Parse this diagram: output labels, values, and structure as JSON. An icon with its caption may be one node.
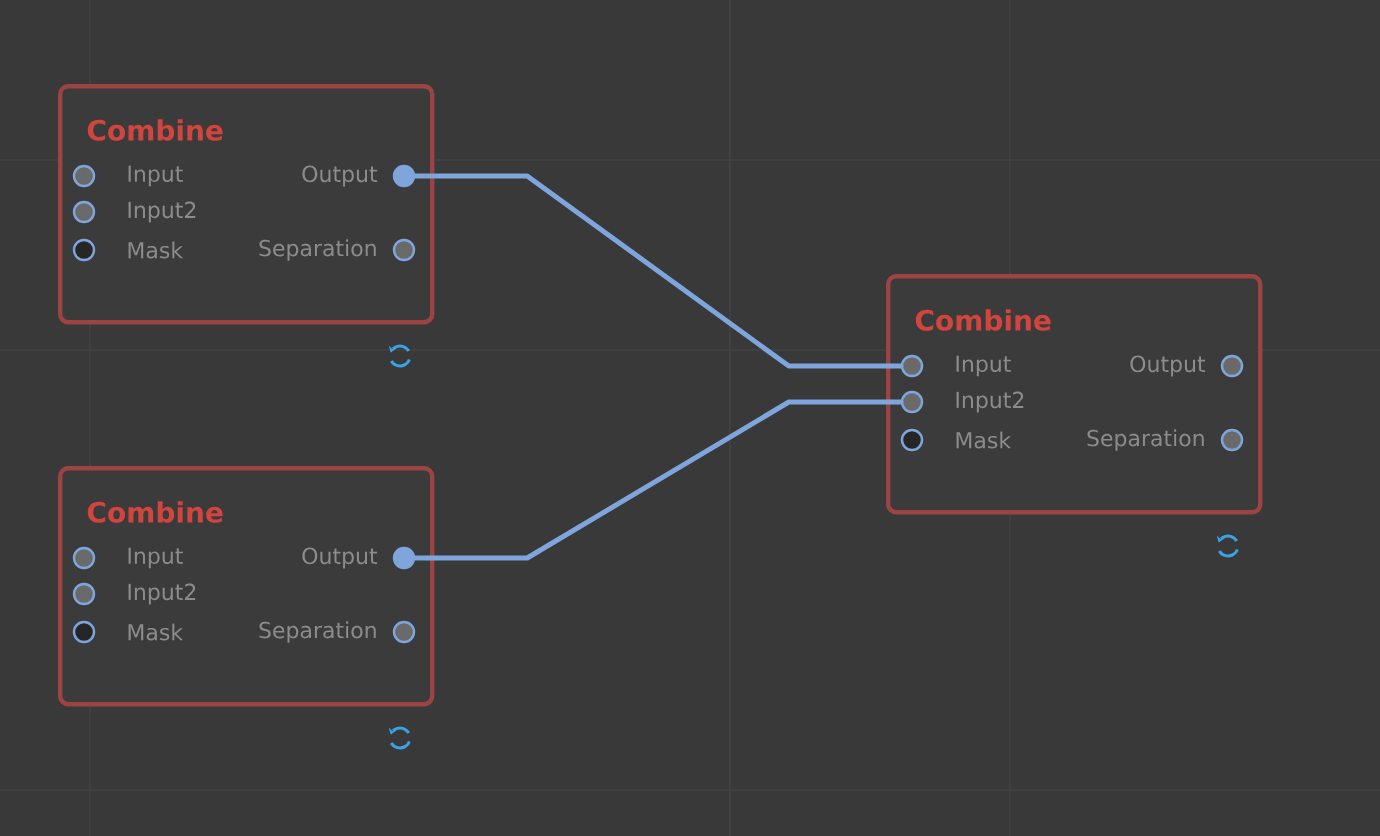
{
  "diagram": {
    "nodes": [
      {
        "text": [
          "Combine"
        ]
      },
      {
        "text": [],
        "shape": "circle",
        "in": 0,
        "beside": [
          "Input"
        ]
      },
      {
        "text": [],
        "shape": "circle",
        "in": 0,
        "beside": [
          "Input2"
        ]
      },
      {
        "text": [],
        "shape": "circle",
        "in": 0,
        "beside": [
          "Mask"
        ]
      },
      {
        "text": [],
        "shape": "circle",
        "in": 0,
        "beside": [
          "Output"
        ]
      },
      {
        "text": [],
        "shape": "circle",
        "in": 0,
        "beside": [
          "Separation"
        ]
      },
      {
        "text": [
          "Combine"
        ]
      },
      {
        "text": [],
        "shape": "circle",
        "in": 6,
        "beside": [
          "Input"
        ]
      },
      {
        "text": [],
        "shape": "circle",
        "in": 6,
        "beside": [
          "Input2"
        ]
      },
      {
        "text": [],
        "shape": "circle",
        "in": 6,
        "beside": [
          "Mask"
        ]
      },
      {
        "text": [],
        "shape": "circle",
        "in": 6,
        "beside": [
          "Output"
        ]
      },
      {
        "text": [],
        "shape": "circle",
        "in": 6,
        "beside": [
          "Separation"
        ]
      },
      {
        "text": [
          "Combine"
        ]
      },
      {
        "text": [],
        "shape": "circle",
        "in": 12,
        "beside": [
          "Input"
        ]
      },
      {
        "text": [],
        "shape": "circle",
        "in": 12,
        "beside": [
          "Input2"
        ]
      },
      {
        "text": [],
        "shape": "circle",
        "in": 12,
        "beside": [
          "Mask"
        ]
      },
      {
        "text": [],
        "shape": "circle",
        "in": 12,
        "beside": [
          "Output"
        ]
      },
      {
        "text": [],
        "shape": "circle",
        "in": 12,
        "beside": [
          "Separation"
        ]
      }
    ],
    "edges": [
      {
        "from": 4,
        "to": 7,
        "arrow": "none"
      },
      {
        "from": 16,
        "to": 8,
        "arrow": "none"
      }
    ]
  }
}
